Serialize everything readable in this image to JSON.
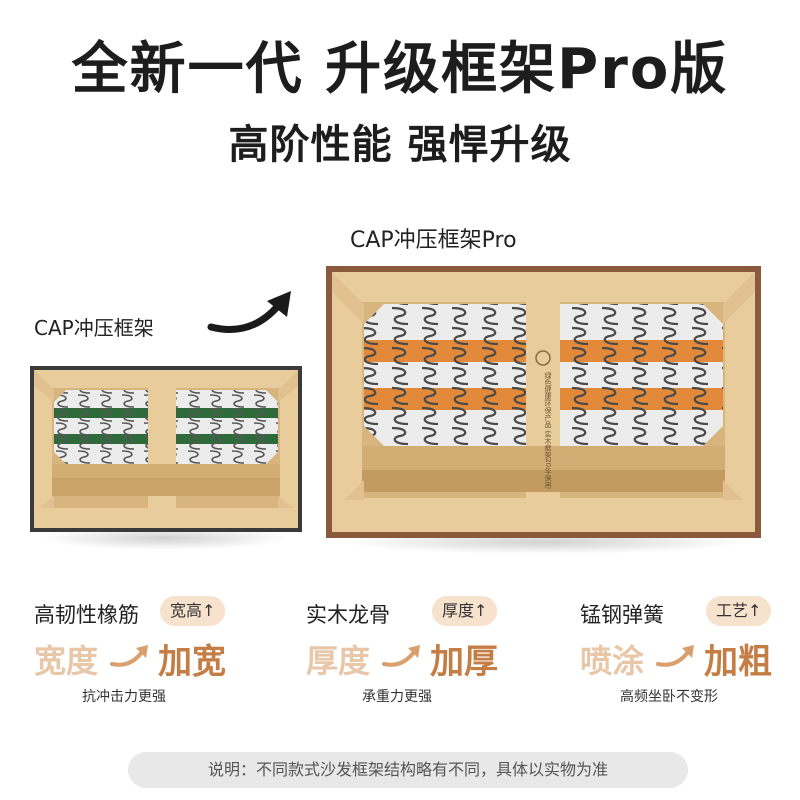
{
  "header": {
    "title": "全新一代 升级框架Pro版",
    "subtitle": "高阶性能 强悍升级"
  },
  "frames": {
    "old_label": "CAP冲压框架",
    "new_label": "CAP冲压框架Pro",
    "center_post_text": "绿色健康环保产品 实木框架20年保用"
  },
  "features": [
    {
      "name": "高韧性橡筋",
      "badge": "宽高↑",
      "before": "宽度",
      "after": "加宽",
      "note": "抗冲击力更强"
    },
    {
      "name": "实木龙骨",
      "badge": "厚度↑",
      "before": "厚度",
      "after": "加厚",
      "note": "承重力更强"
    },
    {
      "name": "锰钢弹簧",
      "badge": "工艺↑",
      "before": "喷涂",
      "after": "加粗",
      "note": "高频坐卧不变形"
    }
  ],
  "footer": {
    "note": "说明：不同款式沙发框架结构略有不同，具体以实物为准"
  },
  "colors": {
    "wood": "#e8cc9c",
    "wood_dark": "#d2ad74",
    "outer_frame_small": "#3a3a3a",
    "outer_frame_large": "#8b5a3c",
    "band_orange": "#e38a3a",
    "band_green": "#2f6b3a",
    "accent_text": "#c47d44",
    "faded_text": "#e8c7a8",
    "badge_bg": "#f6e2cd"
  }
}
